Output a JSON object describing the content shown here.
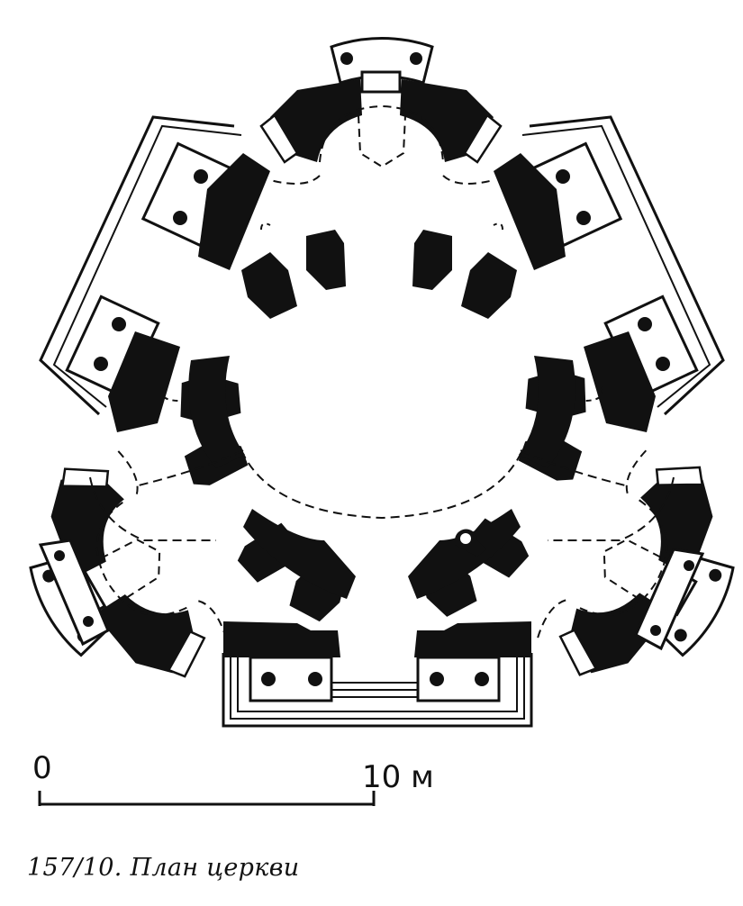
{
  "figure": {
    "caption_number": "157/10.",
    "caption_text": "План церкви"
  },
  "scale_bar": {
    "start_label": "0",
    "end_label": "10 м"
  },
  "colors": {
    "wall": "#111111",
    "background": "#ffffff",
    "line": "#111111"
  },
  "plan": {
    "symmetry": "three-fold (trefoil church plan)",
    "elements": [
      "central-dome",
      "three-apses",
      "three-porches",
      "scale-bar"
    ]
  }
}
